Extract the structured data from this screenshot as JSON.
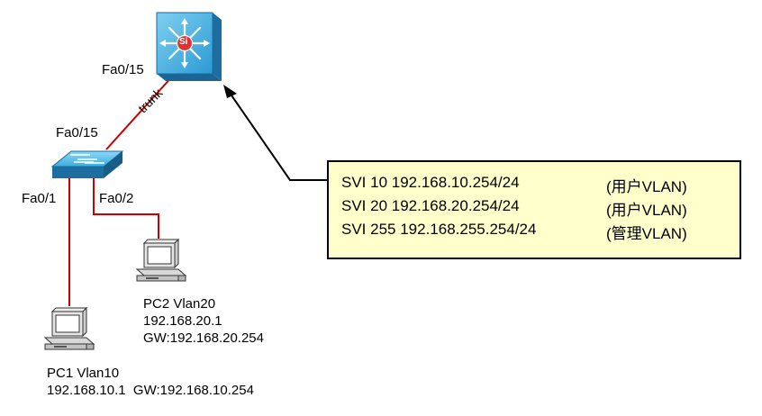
{
  "core_switch": {
    "port": "Fa0/15",
    "badge": "Si"
  },
  "link": {
    "label": "trunk"
  },
  "access_switch": {
    "uplink_port": "Fa0/15",
    "port_pc1": "Fa0/1",
    "port_pc2": "Fa0/2"
  },
  "pc1": {
    "line1": "PC1 Vlan10",
    "line2": "192.168.10.1  GW:192.168.10.254"
  },
  "pc2": {
    "line1": "PC2 Vlan20",
    "line2": "192.168.20.1",
    "line3": "GW:192.168.20.254"
  },
  "svi": [
    {
      "text": "SVI 10 192.168.10.254/24",
      "tag": "(用户VLAN)"
    },
    {
      "text": "SVI 20 192.168.20.254/24",
      "tag": "(用户VLAN)"
    },
    {
      "text": "SVI 255 192.168.255.254/24",
      "tag": "(管理VLAN)"
    }
  ],
  "colors": {
    "link": "#cc0000",
    "device": "#2aa3d9",
    "callout_bg": "#ffffcc",
    "badge": "#e03030"
  }
}
